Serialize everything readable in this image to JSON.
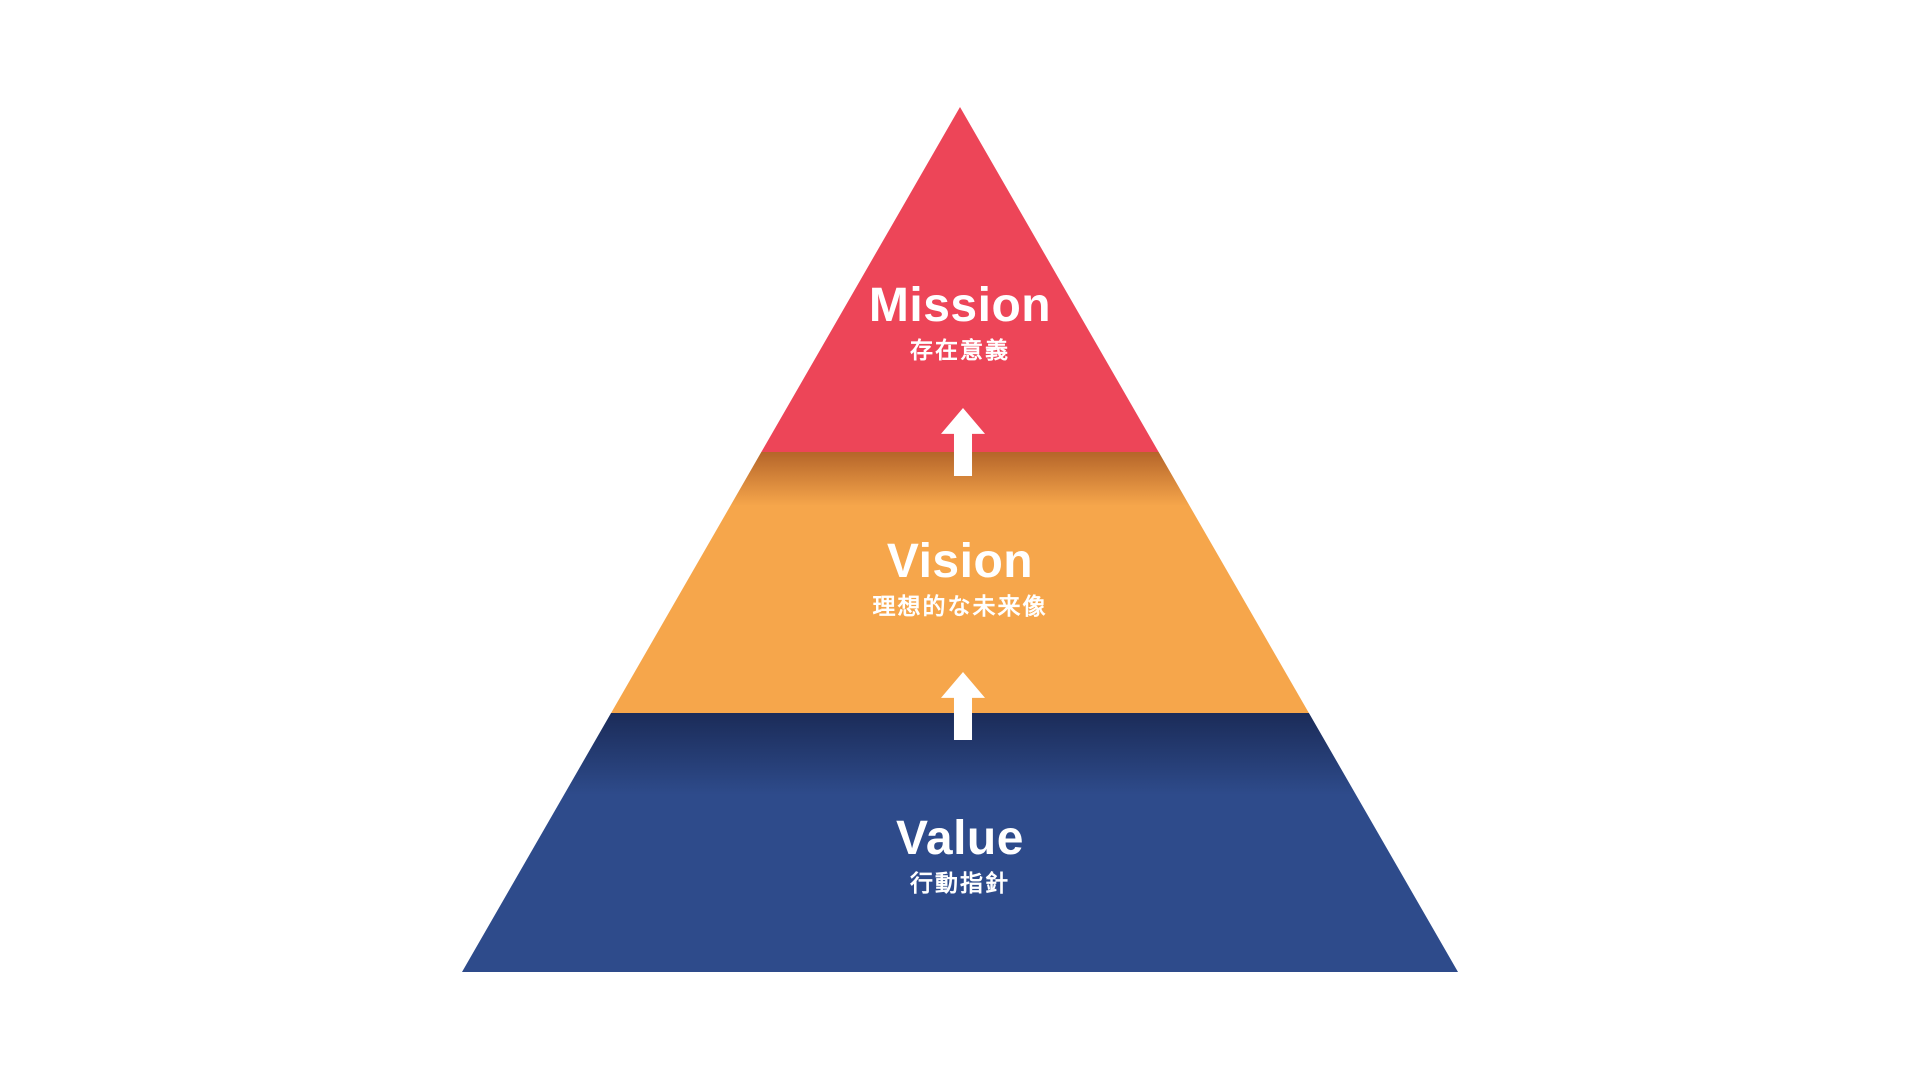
{
  "diagram": {
    "type": "pyramid",
    "background_color": "#FFFFFF",
    "text_color": "#FFFFFF",
    "arrow_color": "#FFFFFF",
    "layers": [
      {
        "title": "Mission",
        "subtitle": "存在意義",
        "color": "#ED4558",
        "position": "top"
      },
      {
        "title": "Vision",
        "subtitle": "理想的な未来像",
        "color": "#F6A64B",
        "position": "middle"
      },
      {
        "title": "Value",
        "subtitle": "行動指針",
        "color": "#2E4B8B",
        "position": "bottom"
      }
    ],
    "arrows": [
      {
        "name": "vision-to-mission",
        "direction": "up"
      },
      {
        "name": "value-to-vision",
        "direction": "up"
      }
    ]
  }
}
